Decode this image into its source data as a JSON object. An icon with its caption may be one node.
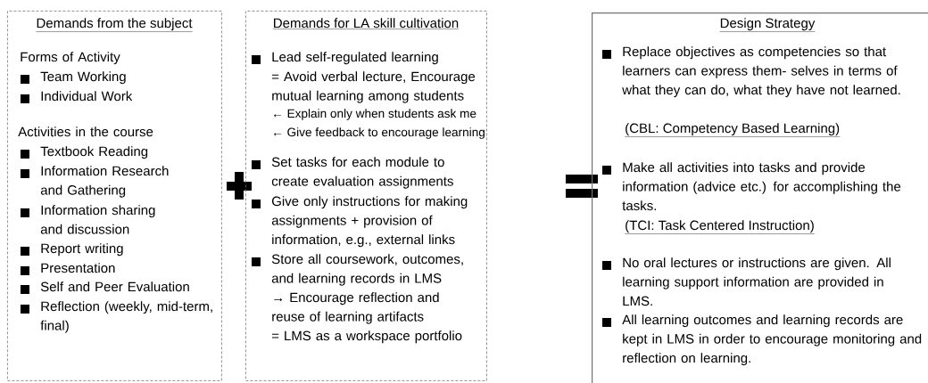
{
  "diagram": {
    "nodes": [
      {
        "text": [
          "Demands from the subject",
          "Forms of Activity",
          "Team Working",
          "Individual Work",
          "Activities in the course",
          "Textbook Reading",
          "Information Research and Gathering",
          "Information sharing and discussion",
          "Report writing",
          "Presentation",
          "Self and Peer Evaluation",
          "Reflection (weekly, mid-term, final)"
        ]
      },
      {
        "text": [
          "Demands for LA skill cultivation",
          "Lead self-regulated learning",
          "= Avoid verbal lecture, Encourage mutual learning among students",
          "← Explain only when students ask me",
          "← Give feedback to encourage learning",
          "Set tasks for each module to create evaluation assignments",
          "Give only instructions for making assignments + provision of information, e.g., external links",
          "Store all coursework, outcomes, and learning records in LMS",
          "→ Encourage reflection and reuse of learning artifacts",
          "= LMS as a workspace portfolio"
        ]
      },
      {
        "text": [
          "Design Strategy",
          "Replace objectives as competencies so that learners can express them- selves in terms of what they can do, what they have not learned.",
          "(CBL: Competency Based Learning)",
          "Make all activities into tasks and provide information (advice etc.) for accomplishing the tasks.",
          "(TCI: Task Centered Instruction)",
          "No oral lectures or instructions are given. All learning support information are provided in LMS.",
          "All learning outcomes and learning records are kept in LMS in order to encourage monitoring and reflection on learning."
        ]
      }
    ]
  }
}
